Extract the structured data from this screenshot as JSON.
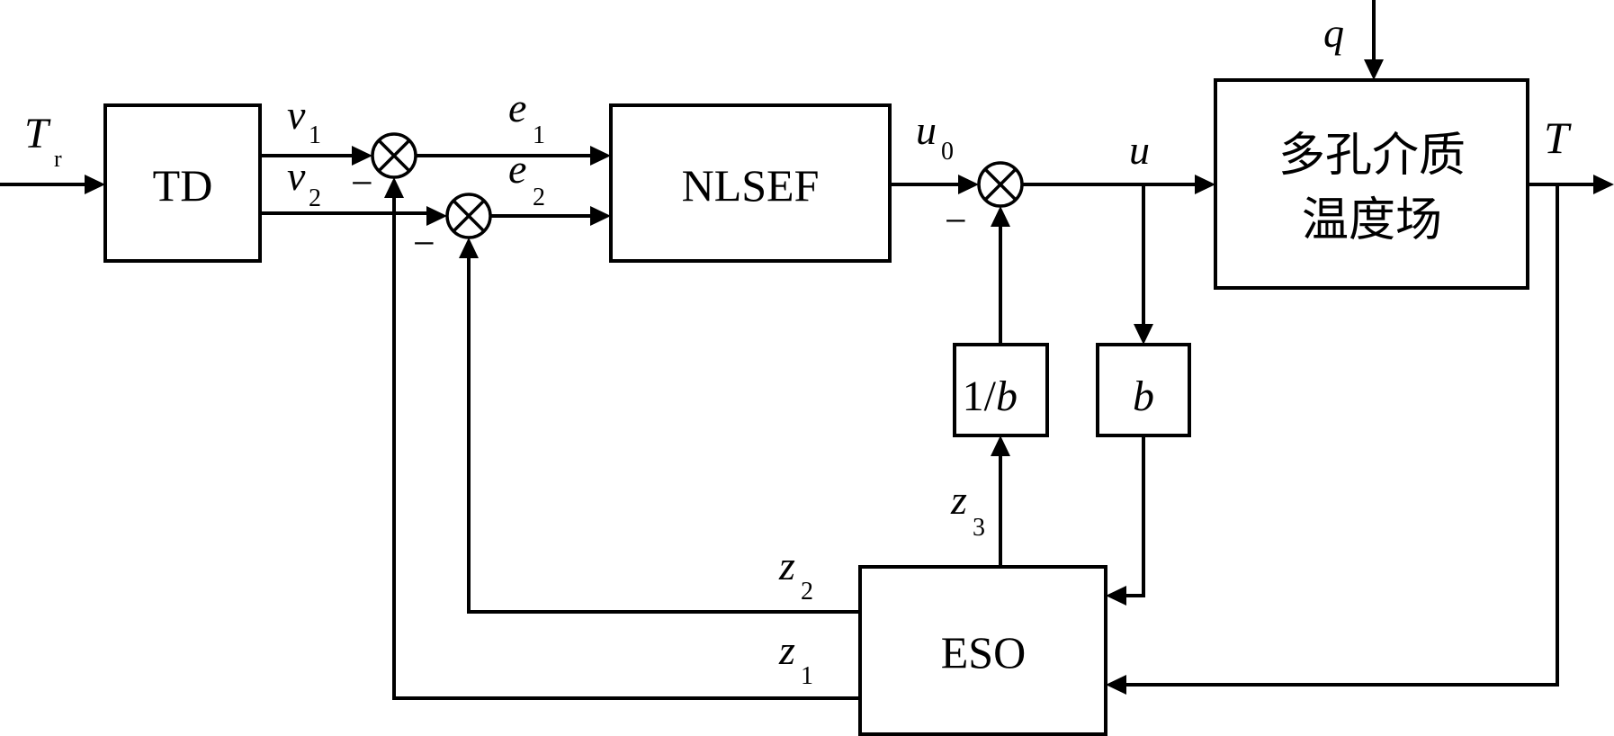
{
  "blocks": {
    "td": "TD",
    "nlsef": "NLSEF",
    "inverse_b": "1/",
    "inverse_b_var": "b",
    "b": "b",
    "plant_line1": "多孔介质",
    "plant_line2": "温度场",
    "eso": "ESO"
  },
  "signals": {
    "tr_main": "T",
    "tr_sub": "r",
    "v1": "v",
    "v1_sub": "1",
    "v2": "v",
    "v2_sub": "2",
    "e1": "e",
    "e1_sub": "1",
    "e2": "e",
    "e2_sub": "2",
    "u0": "u",
    "u0_sub": "0",
    "u": "u",
    "q": "q",
    "t_out": "T",
    "z1": "z",
    "z1_sub": "1",
    "z2": "z",
    "z2_sub": "2",
    "z3": "z",
    "z3_sub": "3"
  },
  "signs": {
    "minus1": "−",
    "minus2": "−",
    "minus3": "−"
  }
}
